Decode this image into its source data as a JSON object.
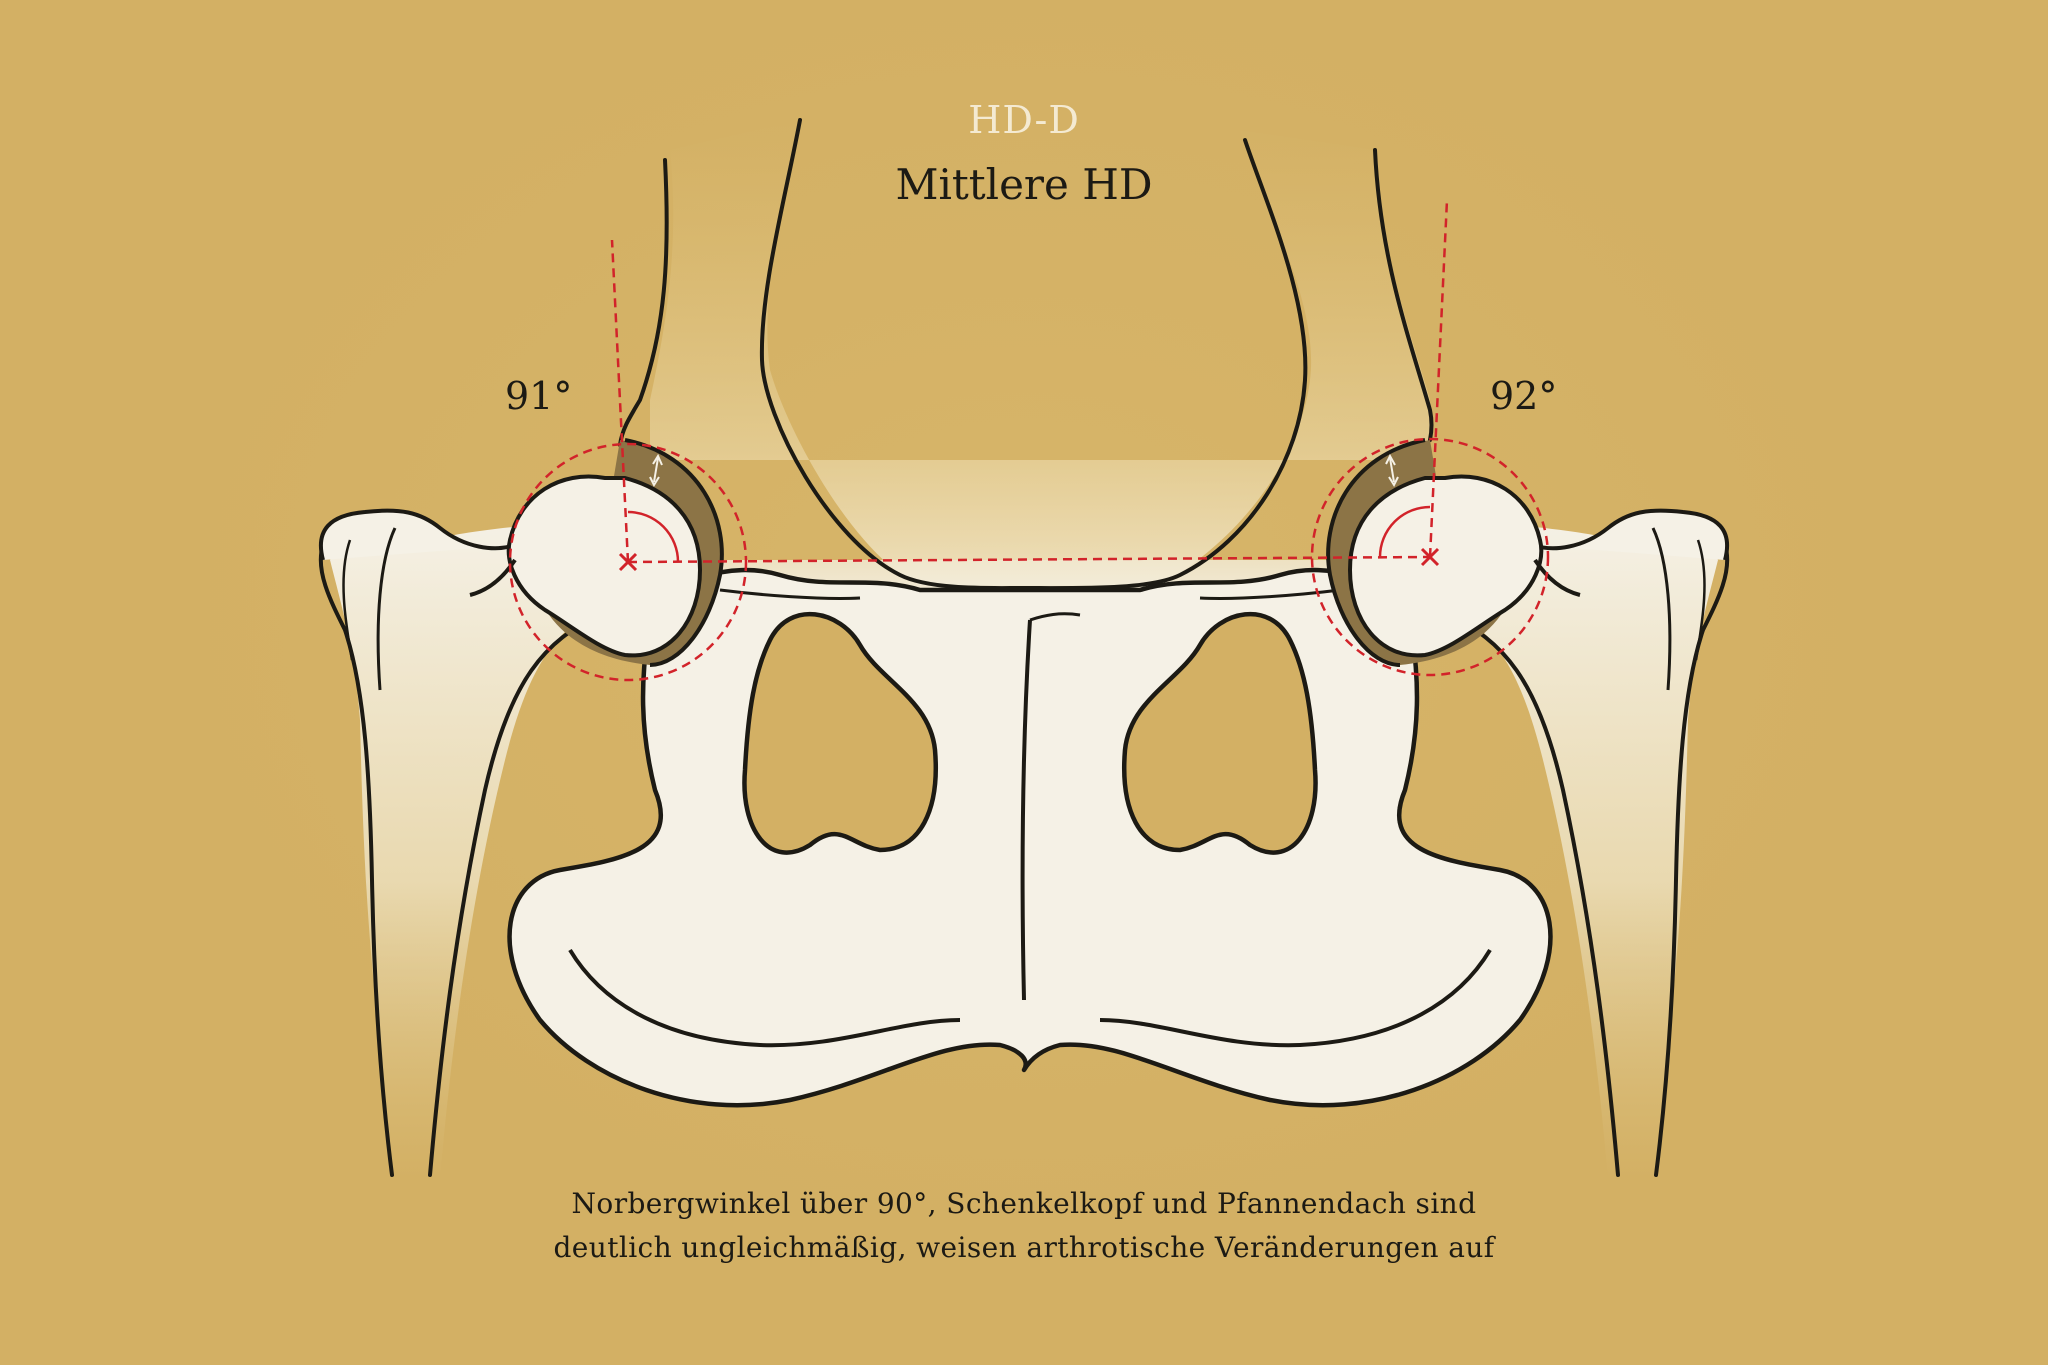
{
  "title": {
    "grade": "HD-D",
    "name": "Mittlere HD"
  },
  "angles": {
    "left": "91°",
    "right": "92°"
  },
  "caption": {
    "line1": "Norbergwinkel über 90°, Schenkelkopf und Pfannendach sind",
    "line2": "deutlich ungleichmäßig, weisen arthrotische Veränderungen auf"
  },
  "colors": {
    "background": "#d3b064",
    "bone": "#f5f1e6",
    "outline": "#1c1a14",
    "joint_gap": "#8c7446",
    "measurement": "#d2232a",
    "grade_text": "#f4ead2"
  }
}
